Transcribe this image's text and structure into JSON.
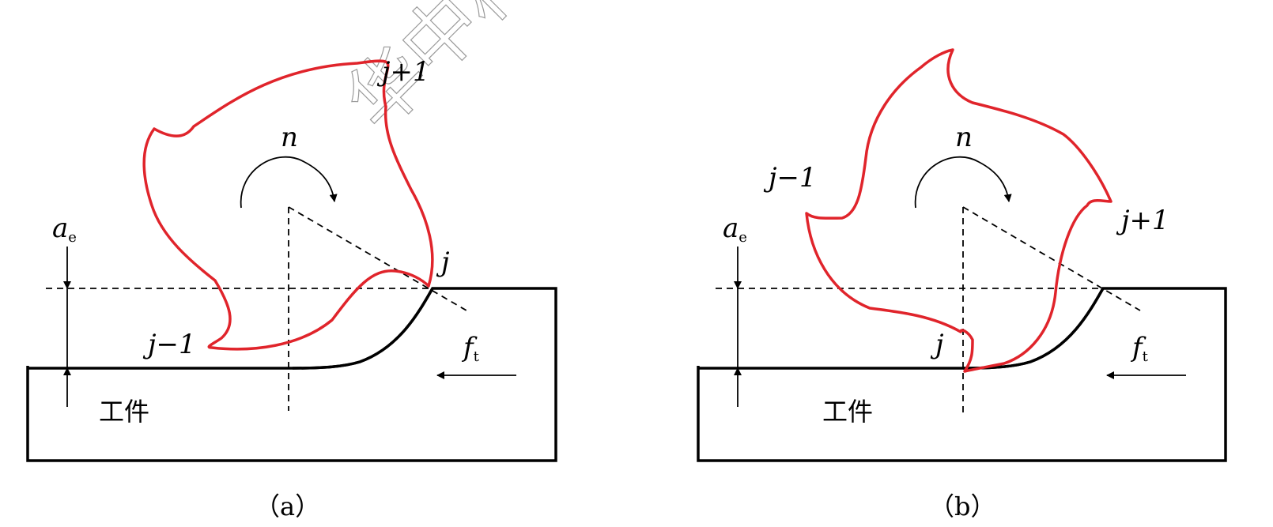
{
  "watermark": "华中科技",
  "panels": [
    {
      "caption": "（a）",
      "workpiece_label": "工件",
      "depth_label": "a",
      "depth_sub": "e",
      "feed_label": "f",
      "feed_sub": "t",
      "rotation_label": "n",
      "tooth_prev": "j−1",
      "tooth_curr": "j",
      "tooth_next": "j+1"
    },
    {
      "caption": "（b）",
      "workpiece_label": "工件",
      "depth_label": "a",
      "depth_sub": "e",
      "feed_label": "f",
      "feed_sub": "t",
      "rotation_label": "n",
      "tooth_prev": "j−1",
      "tooth_curr": "j",
      "tooth_next": "j+1"
    }
  ],
  "colors": {
    "cutter": "#e0242b",
    "lines": "#000000"
  }
}
